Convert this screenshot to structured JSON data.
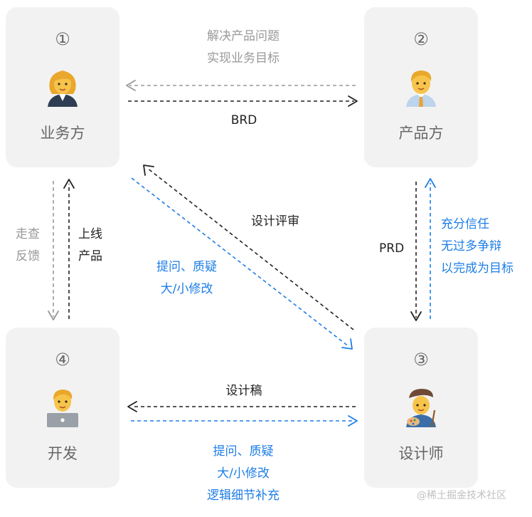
{
  "nodes": {
    "business": {
      "num": "①",
      "name": "业务方"
    },
    "product": {
      "num": "②",
      "name": "产品方"
    },
    "designer": {
      "num": "③",
      "name": "设计师"
    },
    "dev": {
      "num": "④",
      "name": "开发"
    }
  },
  "edges": {
    "business_product": {
      "top_line1": "解决产品问题",
      "top_line2": "实现业务目标",
      "bottom": "BRD"
    },
    "product_designer": {
      "left": "PRD",
      "right_line1": "充分信任",
      "right_line2": "无过多争辩",
      "right_line3": "以完成为目标"
    },
    "business_designer": {
      "review": "设计评审",
      "blue_line1": "提问、质疑",
      "blue_line2": "大/小修改"
    },
    "business_dev": {
      "left_line1": "走查",
      "left_line2": "反馈",
      "right_line1": "上线",
      "right_line2": "产品"
    },
    "dev_designer": {
      "top": "设计稿",
      "blue_line1": "提问、质疑",
      "blue_line2": "大/小修改",
      "blue_line3": "逻辑细节补充"
    }
  },
  "colors": {
    "gray": "#999999",
    "dark": "#222222",
    "blue": "#1e7ee6",
    "card": "#f2f2f2"
  },
  "watermark": "@稀土掘金技术社区"
}
